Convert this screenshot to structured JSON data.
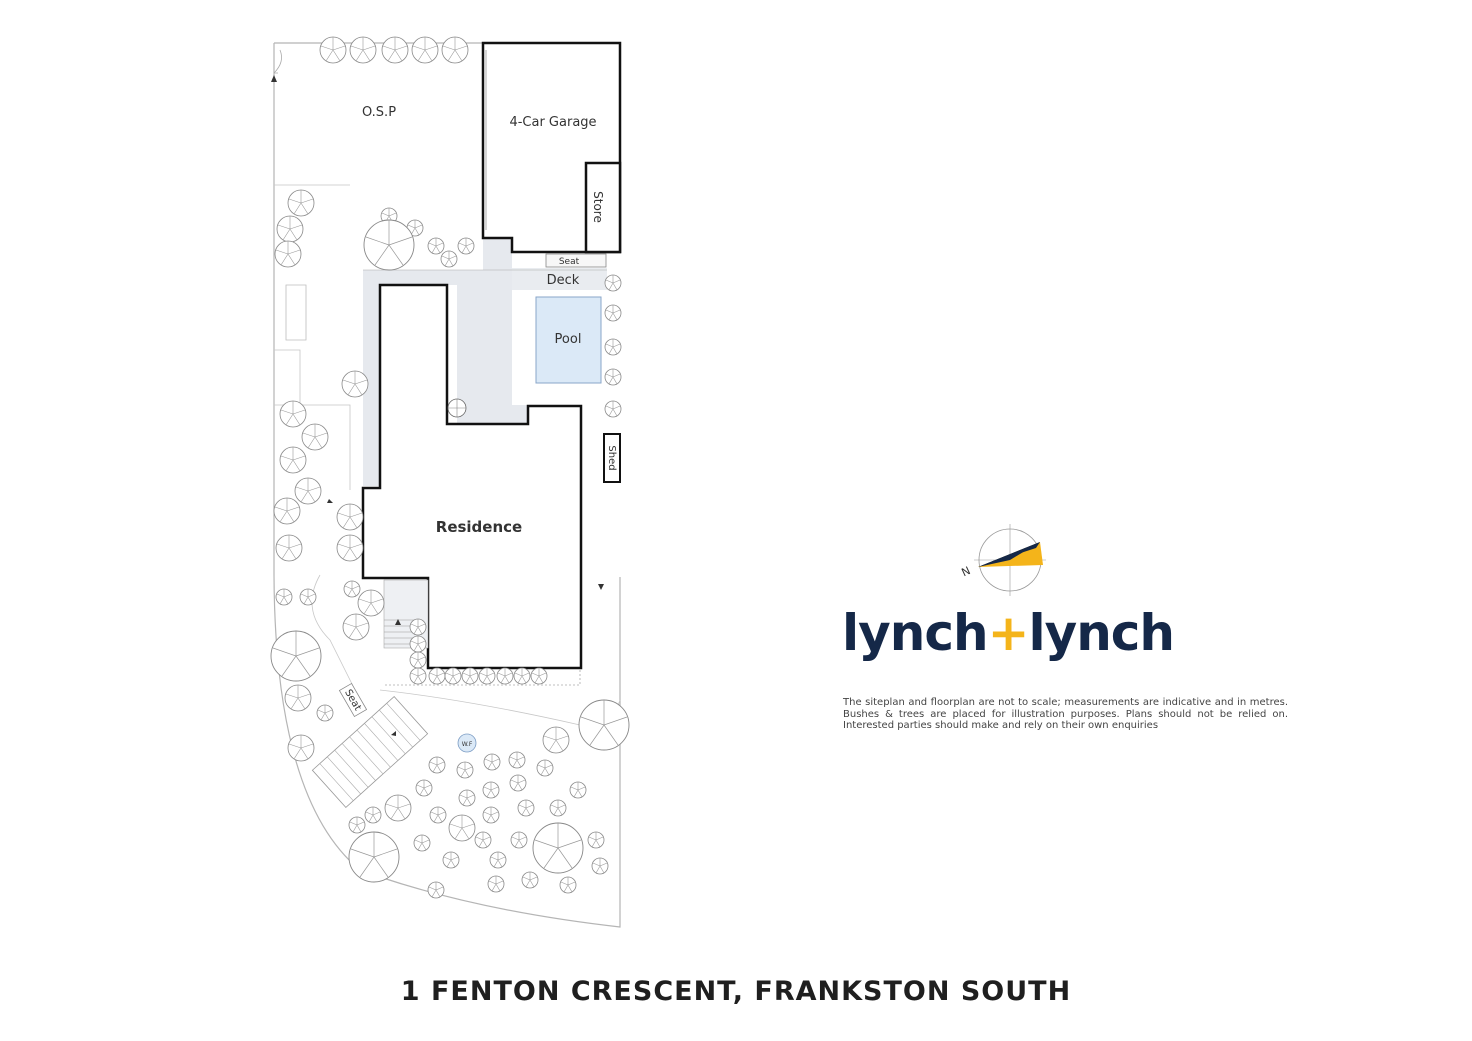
{
  "rooms": {
    "osp": "O.S.P",
    "garage": "4-Car Garage",
    "store": "Store",
    "seat_top": "Seat",
    "deck": "Deck",
    "pool": "Pool",
    "shed": "Shed",
    "residence": "Residence",
    "seat_bottom": "Seat",
    "wf": "W.F"
  },
  "compass": {
    "north_label": "N"
  },
  "brand": {
    "left": "lynch",
    "plus": "+",
    "right": "lynch"
  },
  "disclaimer": "The siteplan and floorplan are not to scale; measurements are indicative and in metres. Bushes & trees are placed for illustration purposes. Plans should not be relied on. Interested parties should make and rely on their own enquiries",
  "address": "1 FENTON CRESCENT, FRANKSTON SOUTH",
  "colors": {
    "navy": "#152848",
    "gold": "#f4b41a",
    "pool": "#dbe9f7",
    "paving": "#e6e9ee",
    "wall": "#111111"
  }
}
